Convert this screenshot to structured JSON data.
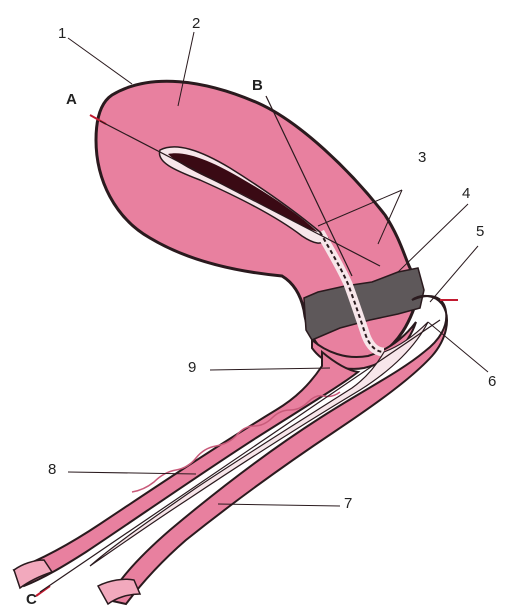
{
  "diagram": {
    "callouts": {
      "n1": "1",
      "n2": "2",
      "n3": "3",
      "n4": "4",
      "n5": "5",
      "n6": "6",
      "n7": "7",
      "n8": "8",
      "n9": "9",
      "a": "A",
      "b": "B",
      "c": "C"
    },
    "colors": {
      "tissue": "#e8809f",
      "tissue_light": "#f2a9bd",
      "outline": "#2a1a1e",
      "cavity": "#3a0a14",
      "band": "#5e585a",
      "wall": "#f7e6ea",
      "marker": "#c21a30"
    }
  }
}
